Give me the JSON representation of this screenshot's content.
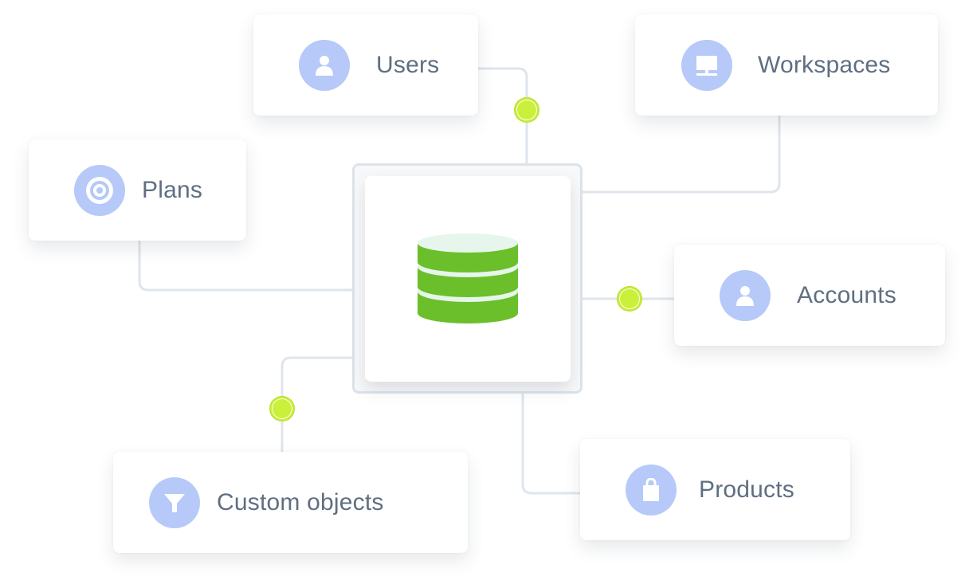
{
  "diagram": {
    "hub": {
      "name": "Database",
      "icon": "database-icon"
    },
    "nodes": [
      {
        "id": "users",
        "label": "Users",
        "icon": "user-icon"
      },
      {
        "id": "workspaces",
        "label": "Workspaces",
        "icon": "monitor-icon"
      },
      {
        "id": "plans",
        "label": "Plans",
        "icon": "target-icon"
      },
      {
        "id": "accounts",
        "label": "Accounts",
        "icon": "user-icon"
      },
      {
        "id": "custom-objects",
        "label": "Custom objects",
        "icon": "funnel-icon"
      },
      {
        "id": "products",
        "label": "Products",
        "icon": "shopping-bag-icon"
      }
    ],
    "colors": {
      "icon_background": "#b6c9f8",
      "connector": "#dfe5ec",
      "connector_dot": "#cbf03b",
      "database_green": "#6abf2b",
      "database_top": "#e6f6ec",
      "label_text": "#5f6f82"
    }
  }
}
